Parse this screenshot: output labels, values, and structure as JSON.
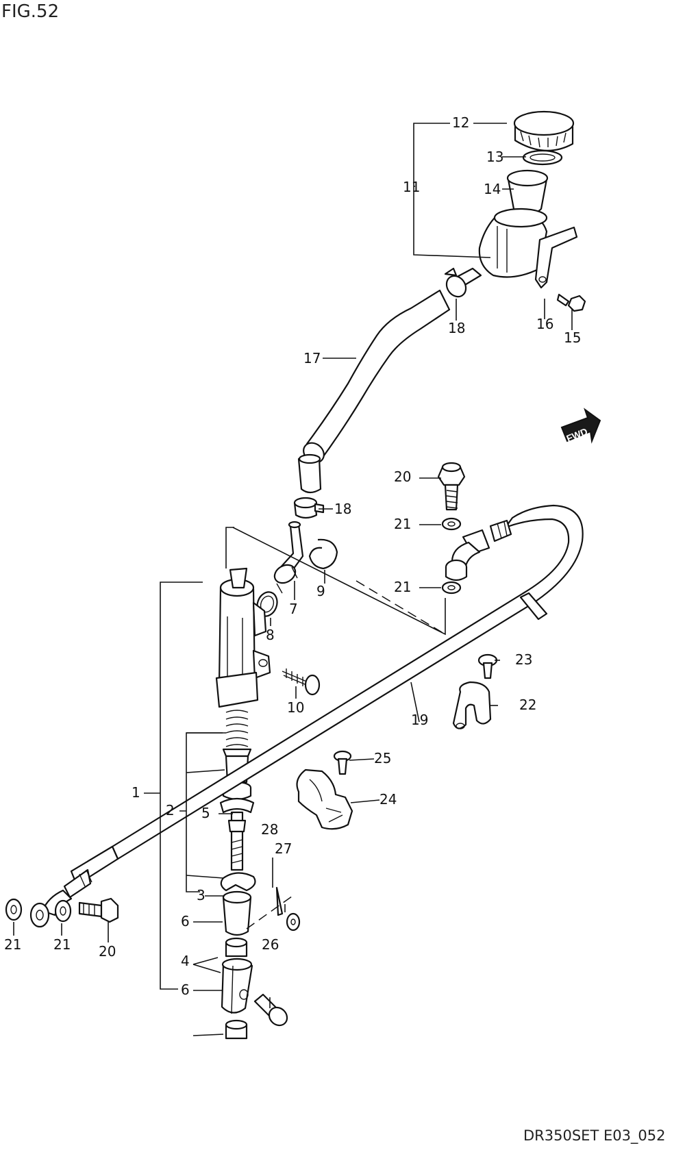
{
  "figure": {
    "title": "FIG.52",
    "code": "DR350SET E03_052"
  },
  "fwd_badge": "FWD",
  "callouts": {
    "c1": "1",
    "c2": "2",
    "c3": "3",
    "c4": "4",
    "c5": "5",
    "c6a": "6",
    "c6b": "6",
    "c7": "7",
    "c8": "8",
    "c9": "9",
    "c10": "10",
    "c11": "11",
    "c12": "12",
    "c13": "13",
    "c14": "14",
    "c15": "15",
    "c16": "16",
    "c17": "17",
    "c18a": "18",
    "c18b": "18",
    "c19": "19",
    "c20a": "20",
    "c20b": "20",
    "c21a": "21",
    "c21b": "21",
    "c21c": "21",
    "c21d": "21",
    "c22": "22",
    "c23": "23",
    "c24": "24",
    "c25": "25",
    "c26": "26",
    "c27": "27",
    "c28": "28"
  }
}
